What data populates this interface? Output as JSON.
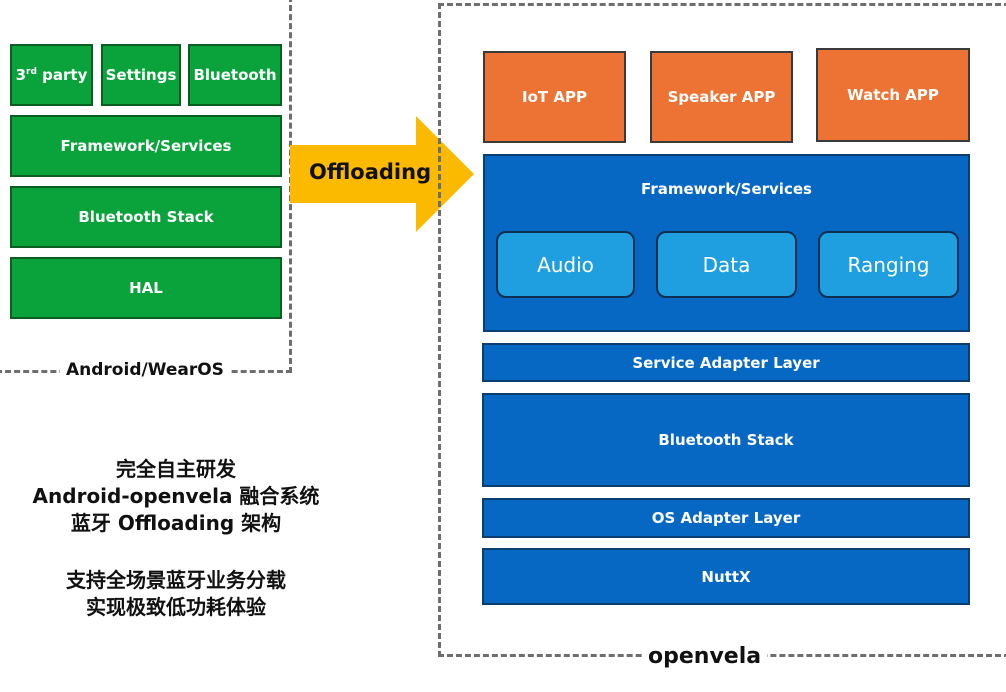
{
  "android_panel": {
    "caption": "Android/WearOS",
    "apps": [
      {
        "label": "3",
        "sup": "rd",
        "label_rest": " party"
      },
      {
        "label": "Settings"
      },
      {
        "label": "Bluetooth"
      }
    ],
    "layers": [
      "Framework/Services",
      "Bluetooth Stack",
      "HAL"
    ]
  },
  "arrow": {
    "label": "Offloading"
  },
  "openvela_panel": {
    "caption": "openvela",
    "apps": [
      "IoT APP",
      "Speaker APP",
      "Watch APP"
    ],
    "framework": {
      "title": "Framework/Services",
      "modules": [
        "Audio",
        "Data",
        "Ranging"
      ]
    },
    "layers": [
      "Service Adapter Layer",
      "Bluetooth Stack",
      "OS Adapter Layer",
      "NuttX"
    ]
  },
  "description": {
    "lines1": [
      "完全自主研发",
      "Android-openvela 融合系统",
      "蓝牙 Offloading 架构"
    ],
    "lines2": [
      "支持全场景蓝牙业务分载",
      "实现极致低功耗体验"
    ]
  },
  "colors": {
    "android_green": "#0aa33b",
    "app_orange": "#ed7334",
    "openvela_blue": "#0768c4",
    "module_blue": "#1f9ee0",
    "arrow_yellow": "#fbb900"
  }
}
